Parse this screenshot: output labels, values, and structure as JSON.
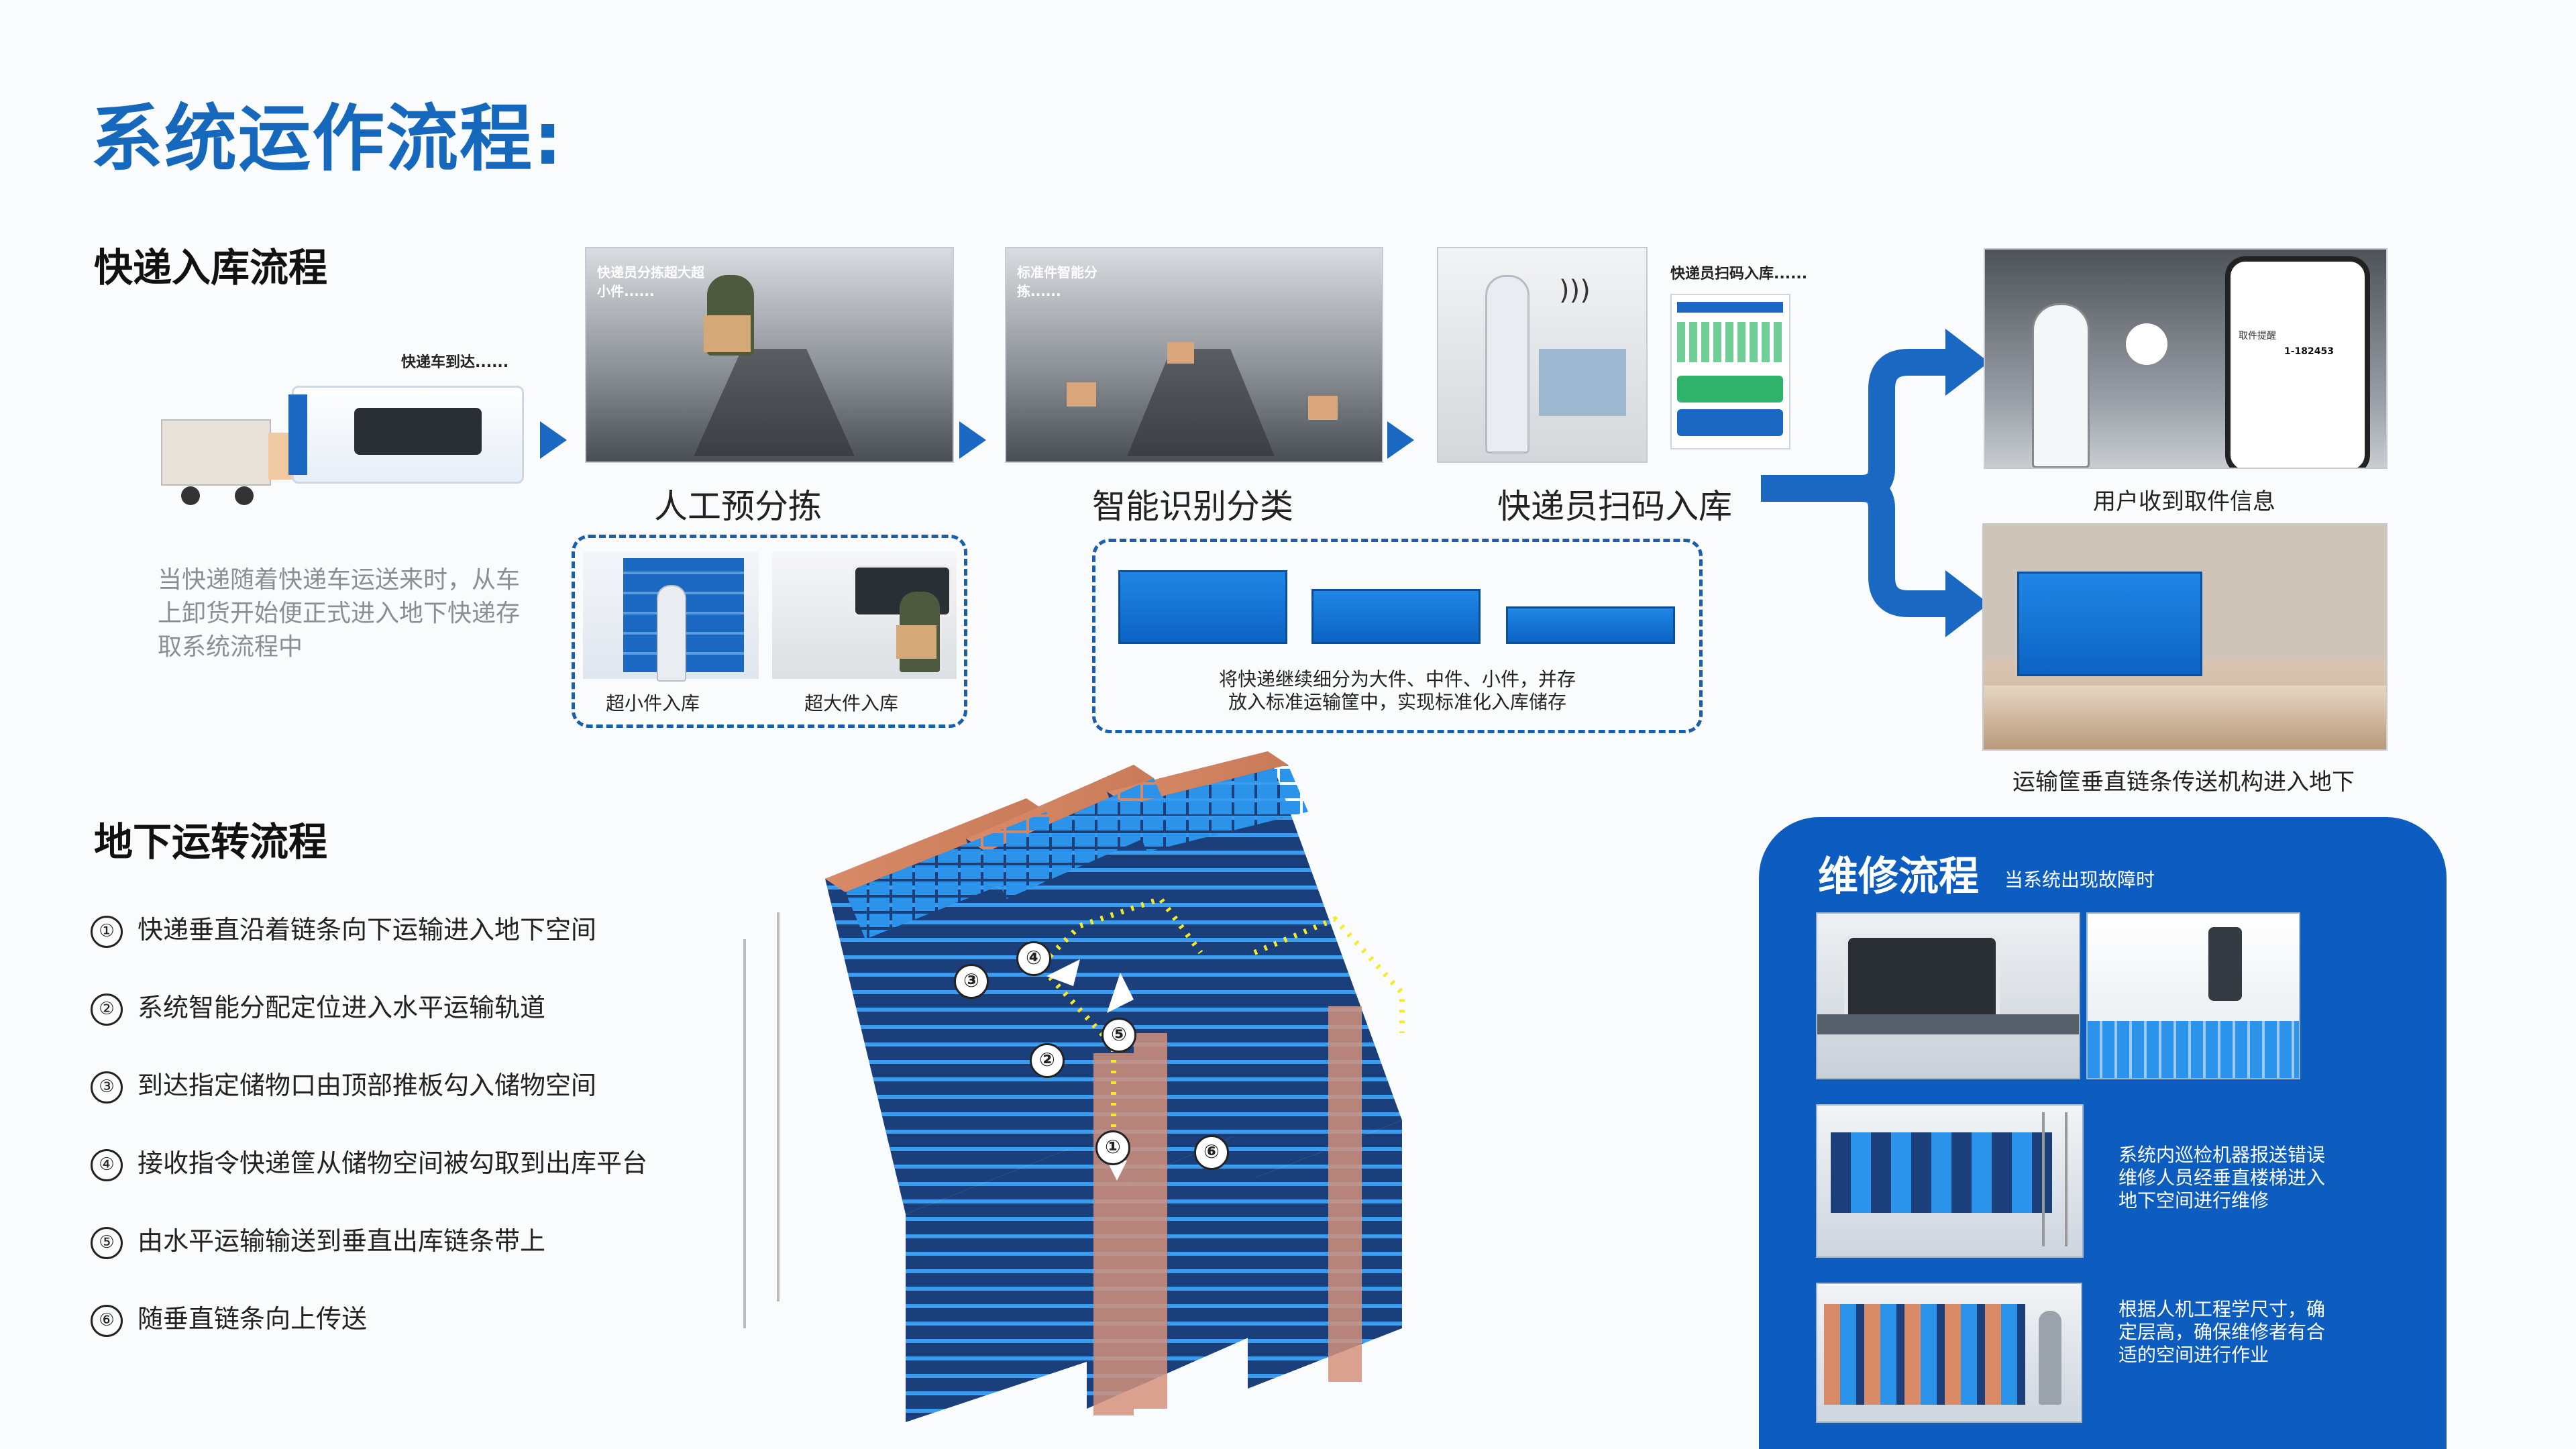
{
  "title": "系统运作流程:",
  "inbound": {
    "heading": "快递入库流程",
    "truck_caption": "快递车到达......",
    "intro_text": "当快递随着快递车运送来时，从车上卸货开始便正式进入地下快递存取系统流程中",
    "stages": [
      {
        "photo_caption": "快递员分拣超大超小件......",
        "label": "人工预分拣"
      },
      {
        "photo_caption": "标准件智能分拣......",
        "label": "智能识别分类"
      },
      {
        "photo_caption": "快递员扫码入库......",
        "label": "快递员扫码入库"
      }
    ],
    "presort_items": [
      {
        "label": "超小件入库"
      },
      {
        "label": "超大件入库"
      }
    ],
    "classify_text_line1": "将快递继续细分为大件、中件、小件，并存",
    "classify_text_line2": "放入标准运输筐中，实现标准化入库储存",
    "outcomes": [
      {
        "label": "用户收到取件信息"
      },
      {
        "label": "运输筐垂直链条传送机构进入地下"
      }
    ],
    "phone": {
      "pickup_title": "取件提醒",
      "code": "1-182453"
    }
  },
  "underground": {
    "heading": "地下运转流程",
    "steps": [
      {
        "num": "①",
        "text": "快递垂直沿着链条向下运输进入地下空间"
      },
      {
        "num": "②",
        "text": "系统智能分配定位进入水平运输轨道"
      },
      {
        "num": "③",
        "text": "到达指定储物口由顶部推板勾入储物空间"
      },
      {
        "num": "④",
        "text": "接收指令快递筐从储物空间被勾取到出库平台"
      },
      {
        "num": "⑤",
        "text": "由水平运输输送到垂直出库链条带上"
      },
      {
        "num": "⑥",
        "text": "随垂直链条向上传送"
      }
    ],
    "badges": [
      "①",
      "②",
      "③",
      "④",
      "⑤",
      "⑥"
    ]
  },
  "maintenance": {
    "heading": "维修流程",
    "subheading": "当系统出现故障时",
    "items": [
      {
        "text": "系统内巡检机器报送错误维修人员经垂直楼梯进入地下空间进行维修"
      },
      {
        "text": "根据人机工程学尺寸，确定层高，确保维修者有合适的空间进行作业"
      }
    ]
  },
  "colors": {
    "accent": "#1668bd",
    "arrow": "#1a68c2",
    "maint_bg": "#0d5cbf",
    "crate": "#1f86e5",
    "rack_top": "#d98a67"
  }
}
